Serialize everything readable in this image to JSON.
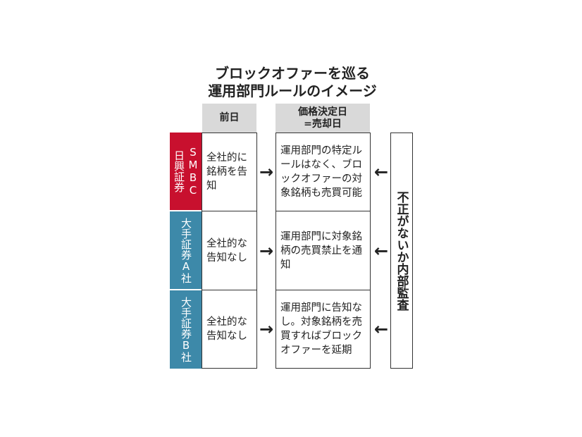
{
  "title": {
    "line1": "ブロックオファーを巡る",
    "line2": "運用部門ルールのイメージ"
  },
  "headers": {
    "prev_day": "前日",
    "pricing_day": "価格決定日",
    "pricing_day_sub": "=売却日"
  },
  "rows": [
    {
      "company_a": "日興証券",
      "company_b": "SMBC",
      "color": "#c8102e",
      "prev_day": "全社的に銘柄を告知",
      "pricing_day": "運用部門の特定ルールはなく、ブロックオファーの対象銘柄も売買可能"
    },
    {
      "company_a": "大手証券A社",
      "company_b": "",
      "color": "#3d89a9",
      "prev_day": "全社的な告知なし",
      "pricing_day": "運用部門に対象銘柄の売買禁止を通知"
    },
    {
      "company_a": "大手証券B社",
      "company_b": "",
      "color": "#3d89a9",
      "prev_day": "全社的な告知なし",
      "pricing_day": "運用部門に告知なし。対象銘柄を売買すればブロックオファーを延期"
    }
  ],
  "audit": "不正がないか内部監査",
  "icons": {
    "right_arrow": "→",
    "left_arrow": "←"
  }
}
